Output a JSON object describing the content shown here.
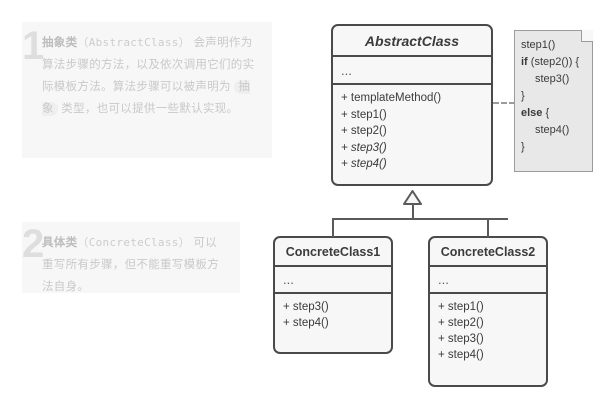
{
  "annotations": [
    {
      "number": "1",
      "lead": "抽象类",
      "paren": "（AbstractClass）",
      "body_before": " 会声明作为算法步骤的方法，以及依次调用它们的实际模板方法。算法步骤可以被声明为 ",
      "chip": "抽象",
      "body_after": " 类型，也可以提供一些默认实现。"
    },
    {
      "number": "2",
      "lead": "具体类",
      "paren": "（ConcreteClass）",
      "body_before": " 可以重写所有步骤，但不能重写模板方法自身。",
      "chip": "",
      "body_after": ""
    }
  ],
  "classes": {
    "abstract": {
      "name": "AbstractClass",
      "attributes": "...",
      "operations": [
        {
          "text": "+ templateMethod()",
          "abstract": false
        },
        {
          "text": "+ step1()",
          "abstract": false
        },
        {
          "text": "+ step2()",
          "abstract": false
        },
        {
          "text": "+ step3()",
          "abstract": true
        },
        {
          "text": "+ step4()",
          "abstract": true
        }
      ]
    },
    "concrete1": {
      "name": "ConcreteClass1",
      "attributes": "...",
      "operations": [
        {
          "text": "+ step3()",
          "abstract": false
        },
        {
          "text": "+ step4()",
          "abstract": false
        }
      ]
    },
    "concrete2": {
      "name": "ConcreteClass2",
      "attributes": "...",
      "operations": [
        {
          "text": "+ step1()",
          "abstract": false
        },
        {
          "text": "+ step2()",
          "abstract": false
        },
        {
          "text": "+ step3()",
          "abstract": false
        },
        {
          "text": "+ step4()",
          "abstract": false
        }
      ]
    }
  },
  "note": {
    "lines": [
      {
        "text": "step1()",
        "keyword": "",
        "indent": 0
      },
      {
        "text": " (step2()) {",
        "keyword": "if",
        "indent": 0
      },
      {
        "text": "step3()",
        "keyword": "",
        "indent": 1
      },
      {
        "text": "}",
        "keyword": "",
        "indent": 0
      },
      {
        "text": " {",
        "keyword": "else",
        "indent": 0
      },
      {
        "text": "step4()",
        "keyword": "",
        "indent": 1
      },
      {
        "text": "}",
        "keyword": "",
        "indent": 0
      }
    ]
  },
  "colors": {
    "box_border": "#4a4a4a",
    "box_fill": "#f7f7f7",
    "note_fill": "#e8e8e8",
    "note_border": "#9b9b9b",
    "annot_text": "#c9c9c9",
    "annot_number": "#dedede",
    "connector": "#5a5a5a"
  }
}
